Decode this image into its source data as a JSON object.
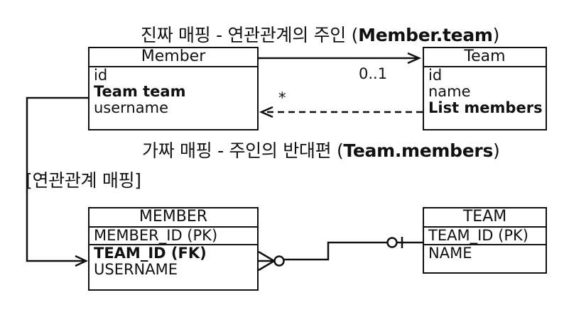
{
  "captions": {
    "top_text": "진짜 매핑 - 연관관계의 주인 (",
    "top_bold": "Member.team",
    "top_close": ")",
    "mid_text": "가짜 매핑 - 주인의 반대편 (",
    "mid_bold": "Team.members",
    "mid_close": ")",
    "side": "[연관관계 매핑]"
  },
  "entities": {
    "member": {
      "title": "Member",
      "fields": [
        "id",
        "Team team",
        "username"
      ]
    },
    "team": {
      "title": "Team",
      "fields": [
        "id",
        "name",
        "List members"
      ]
    }
  },
  "tables": {
    "member": {
      "title": "MEMBER",
      "pk": "MEMBER_ID (PK)",
      "fk": "TEAM_ID (FK)",
      "col": "USERNAME"
    },
    "team": {
      "title": "TEAM",
      "pk": "TEAM_ID (PK)",
      "col": "NAME"
    }
  },
  "multiplicity": {
    "to_team": "0..1",
    "to_members": "*"
  }
}
